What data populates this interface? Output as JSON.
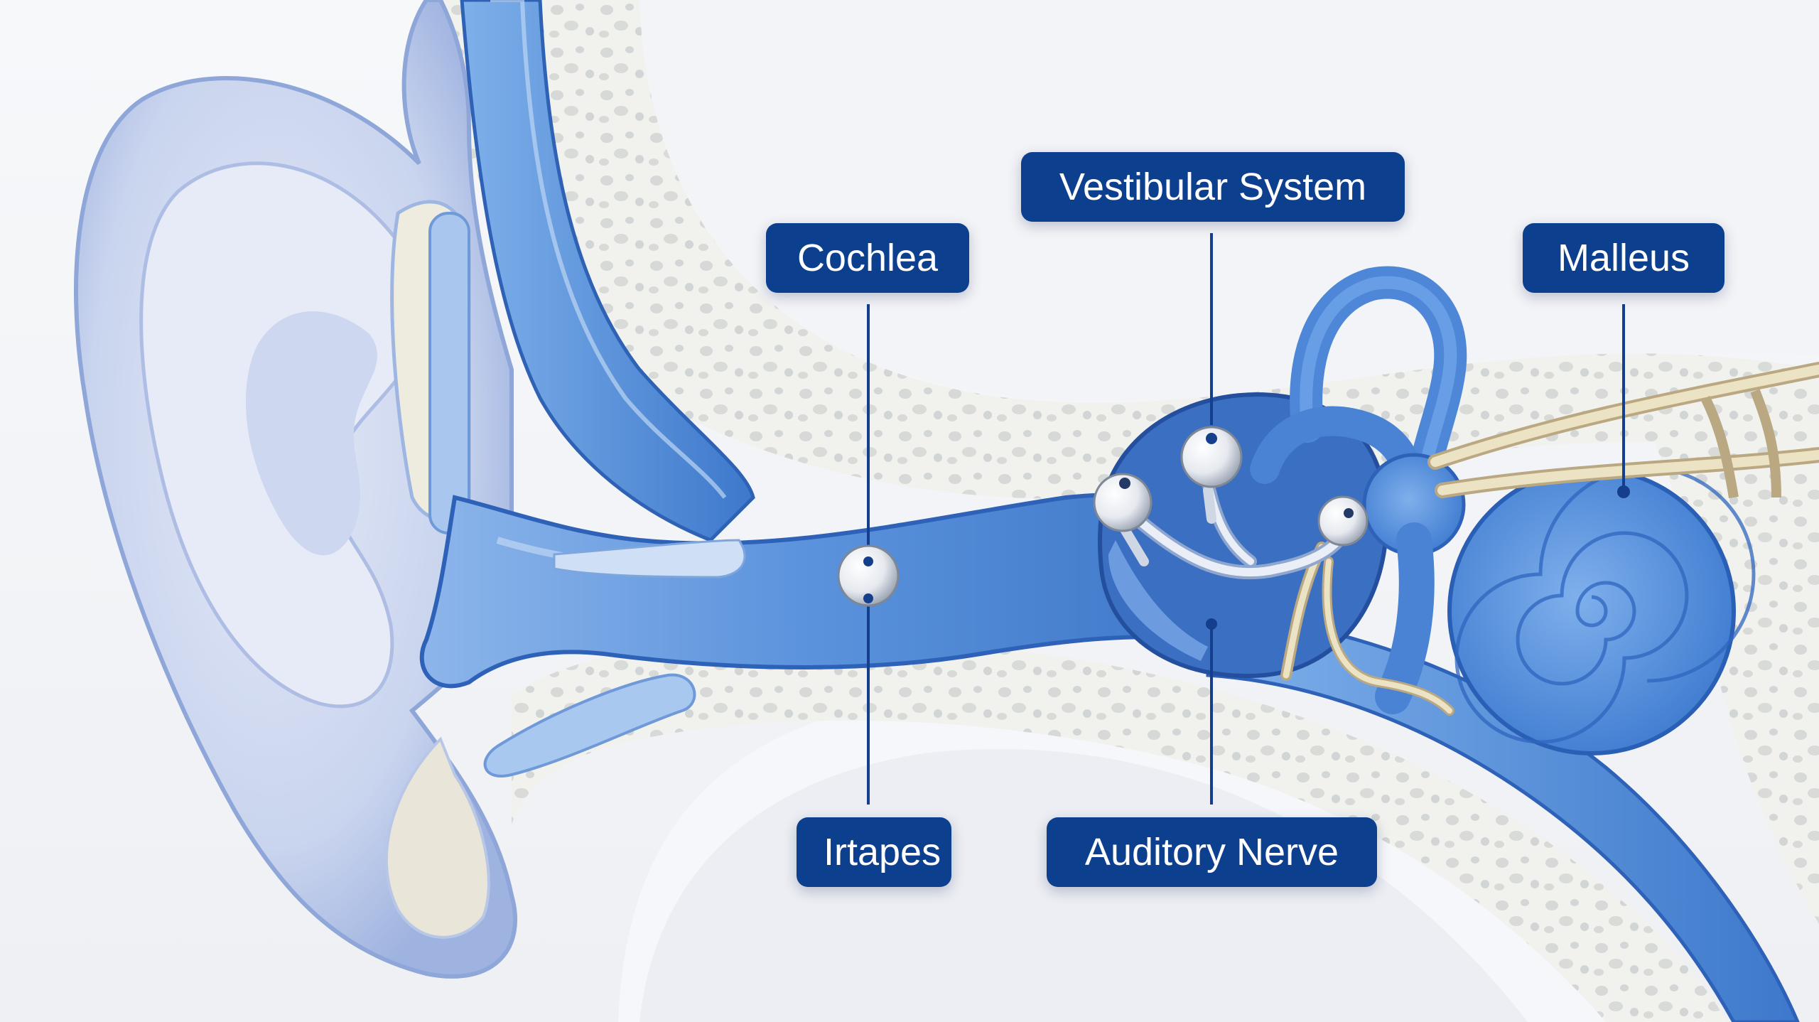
{
  "labels": {
    "cochlea": "Cochlea",
    "vestibular_system": "Vestibular System",
    "malleus": "Malleus",
    "irtapes": "Irtapes",
    "auditory_nerve": "Auditory Nerve"
  },
  "colors": {
    "label_background": "#0d3f8f",
    "label_text": "#ffffff",
    "leader_line": "#143f8c",
    "canal_blue": "#5b93d8",
    "pale_blue": "#dbe6f7",
    "bone": "#eef0ea"
  }
}
